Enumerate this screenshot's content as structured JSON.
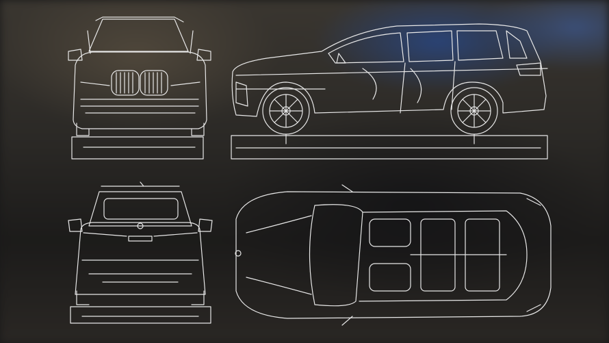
{
  "colors": {
    "line": "#e8e8e8",
    "background_dark": "#1c1b1a",
    "background_blue": "#284682"
  },
  "views": [
    "front",
    "side",
    "rear",
    "top"
  ]
}
